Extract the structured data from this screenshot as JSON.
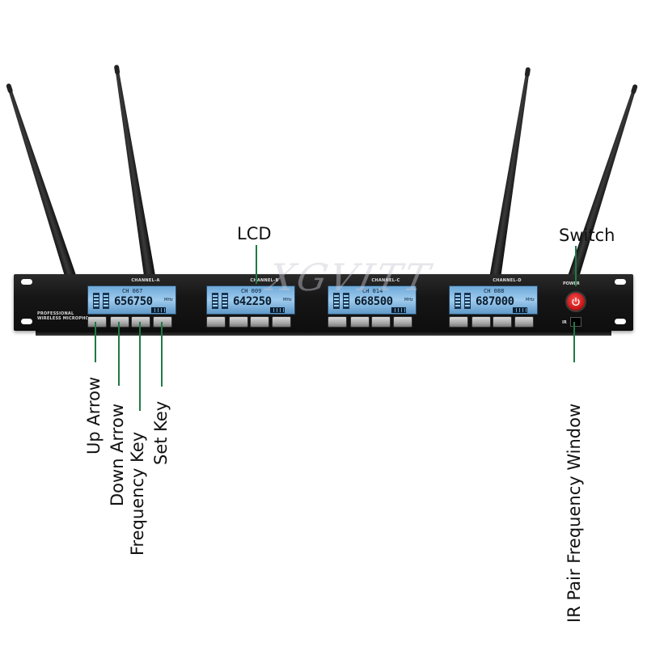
{
  "watermark": "XGVITT",
  "device": {
    "brand_line1": "PROFESSIONAL",
    "brand_line2": "WIRELESS MICROPHONE",
    "power_label": "POWER",
    "ir_label": "IR"
  },
  "channels": [
    {
      "title": "CHANNEL-A",
      "channel_number": "CH 067",
      "frequency": "656750",
      "unit": "MHz"
    },
    {
      "title": "CHANNEL-B",
      "channel_number": "CH 009",
      "frequency": "642250",
      "unit": "MHz"
    },
    {
      "title": "CHANNEL-C",
      "channel_number": "CH 014",
      "frequency": "668500",
      "unit": "MHz"
    },
    {
      "title": "CHANNEL-D",
      "channel_number": "CH 088",
      "frequency": "687000",
      "unit": "MHz"
    }
  ],
  "callouts": {
    "lcd": "LCD",
    "switch": "Switch",
    "up_arrow": "Up Arrow",
    "down_arrow": "Down Arrow",
    "frequency_key": "Frequency Key",
    "set_key": "Set Key",
    "ir_window": "IR Pair Frequency Window"
  },
  "colors": {
    "callout_line": "#1f7a44",
    "lcd_backlight": "#8fc0e6",
    "power_button": "#d81e1e"
  }
}
